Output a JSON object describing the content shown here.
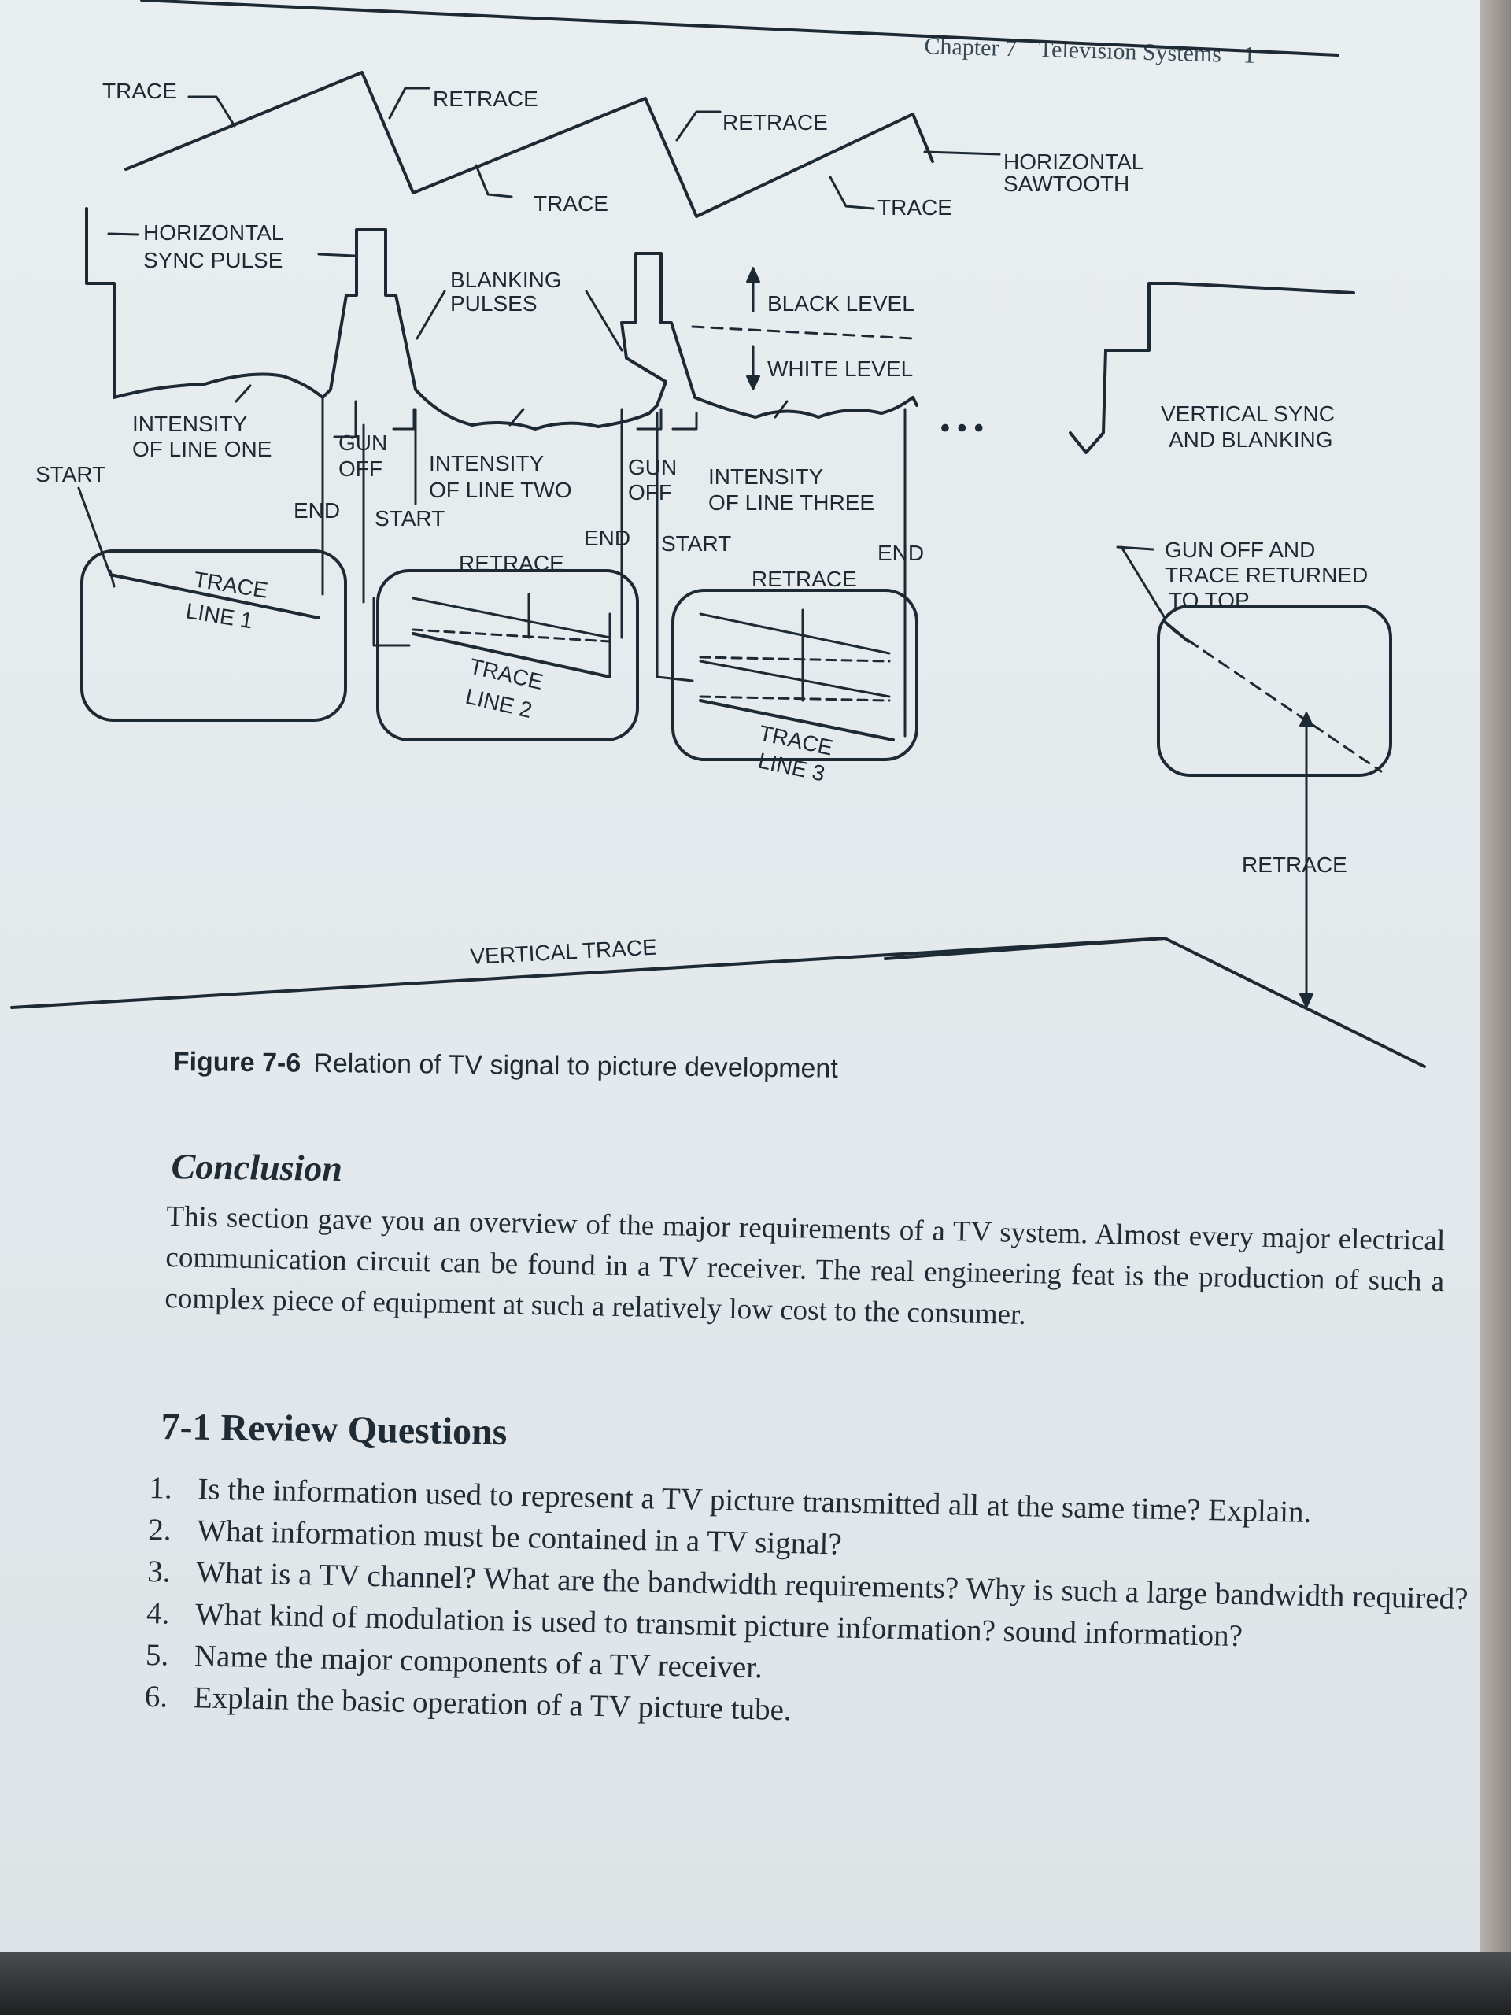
{
  "running_head": {
    "chapter": "Chapter 7",
    "title": "Television Systems",
    "page": "1"
  },
  "figure": {
    "labels": {
      "trace": "TRACE",
      "retrace": "RETRACE",
      "horizontal": "HORIZONTAL",
      "sawtooth": "SAWTOOTH",
      "sync_pulse": "SYNC PULSE",
      "blanking": "BLANKING",
      "pulses": "PULSES",
      "black_level": "BLACK LEVEL",
      "white_level": "WHITE LEVEL",
      "intensity": "INTENSITY",
      "of_line_one": "OF LINE ONE",
      "of_line_two": "OF LINE TWO",
      "of_line_three": "OF LINE THREE",
      "gun": "GUN",
      "off": "OFF",
      "start": "START",
      "end": "END",
      "vertical_sync": "VERTICAL SYNC",
      "and_blanking": "AND BLANKING",
      "gun_off_and": "GUN OFF AND",
      "trace_returned": "TRACE RETURNED",
      "to_top": "TO TOP",
      "line_1": "LINE 1",
      "line_2": "LINE 2",
      "line_3": "LINE 3",
      "vertical_trace": "VERTICAL TRACE",
      "ellipsis": "• • •"
    },
    "caption_number": "Figure 7-6",
    "caption_text": "Relation of TV signal to picture development"
  },
  "conclusion": {
    "heading": "Conclusion",
    "text": "This section gave you an overview of the major requirements of a TV system. Almost every major electrical communication circuit can be found in a TV receiver. The real engineering feat is the production of such a complex piece of equipment at such a relatively low cost to the consumer."
  },
  "review": {
    "heading": "7-1 Review Questions",
    "questions": [
      {
        "num": "1.",
        "text": "Is the information used to represent a TV picture transmitted all at the same time? Explain."
      },
      {
        "num": "2.",
        "text": "What information must be contained in a TV signal?"
      },
      {
        "num": "3.",
        "text": "What is a TV channel? What are the bandwidth requirements? Why is such a large bandwidth required?"
      },
      {
        "num": "4.",
        "text": "What kind of modulation is used to transmit picture information? sound information?"
      },
      {
        "num": "5.",
        "text": "Name the major components of a TV receiver."
      },
      {
        "num": "6.",
        "text": "Explain the basic operation of a TV picture tube."
      }
    ]
  }
}
